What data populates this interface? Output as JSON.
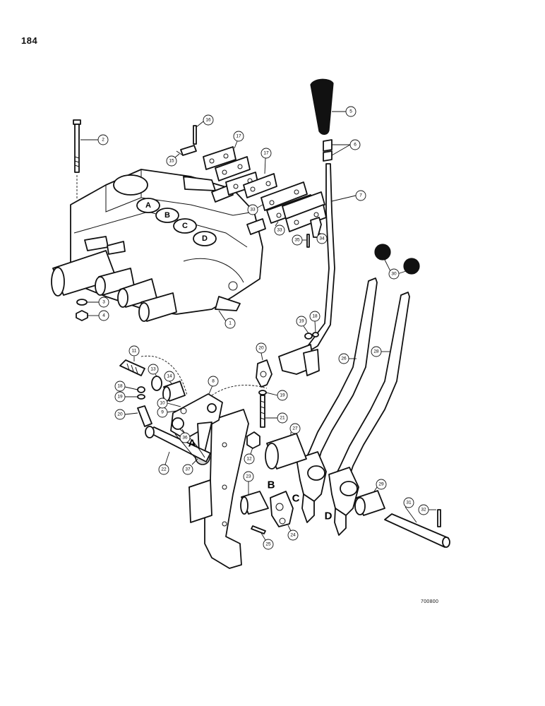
{
  "page_number": "184",
  "figure_code": "700800",
  "section_letters": [
    "A",
    "B",
    "C",
    "D"
  ],
  "callouts": [
    "1",
    "2",
    "3",
    "4",
    "5",
    "6",
    "7",
    "8",
    "9",
    "10",
    "11",
    "12",
    "13",
    "14",
    "15",
    "16",
    "17",
    "17",
    "18",
    "18",
    "19",
    "19",
    "19",
    "20",
    "20",
    "21",
    "22",
    "23",
    "24",
    "25",
    "26",
    "27",
    "28",
    "29",
    "30",
    "31",
    "32",
    "33",
    "33",
    "34",
    "35",
    "36",
    "37"
  ]
}
